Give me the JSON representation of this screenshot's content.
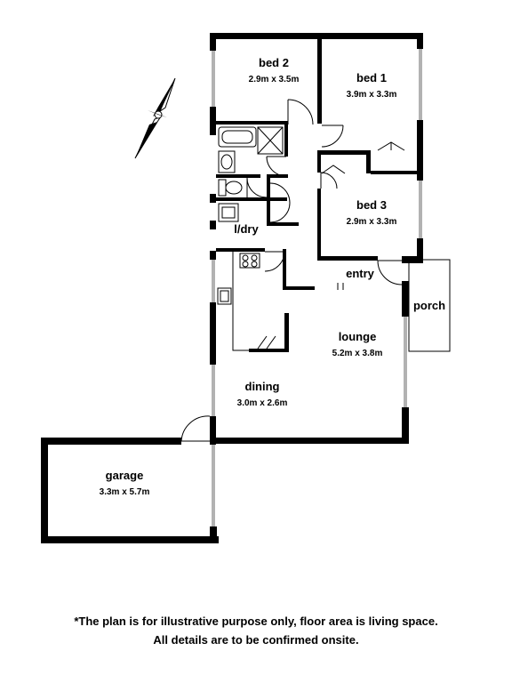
{
  "rooms": {
    "bed2": {
      "name": "bed 2",
      "dims": "2.9m x 3.5m"
    },
    "bed1": {
      "name": "bed 1",
      "dims": "3.9m x 3.3m"
    },
    "bed3": {
      "name": "bed 3",
      "dims": "2.9m x 3.3m"
    },
    "ldry": {
      "name": "l/dry"
    },
    "entry": {
      "name": "entry"
    },
    "porch": {
      "name": "porch"
    },
    "lounge": {
      "name": "lounge",
      "dims": "5.2m x 3.8m"
    },
    "dining": {
      "name": "dining",
      "dims": "3.0m x 2.6m"
    },
    "garage": {
      "name": "garage",
      "dims": "3.3m x 5.7m"
    }
  },
  "disclaimer": {
    "line1": "*The plan is for illustrative purpose only, floor area is living space.",
    "line2": "All details are to be confirmed onsite."
  },
  "icons": {
    "compass": "north-arrow-icon"
  }
}
